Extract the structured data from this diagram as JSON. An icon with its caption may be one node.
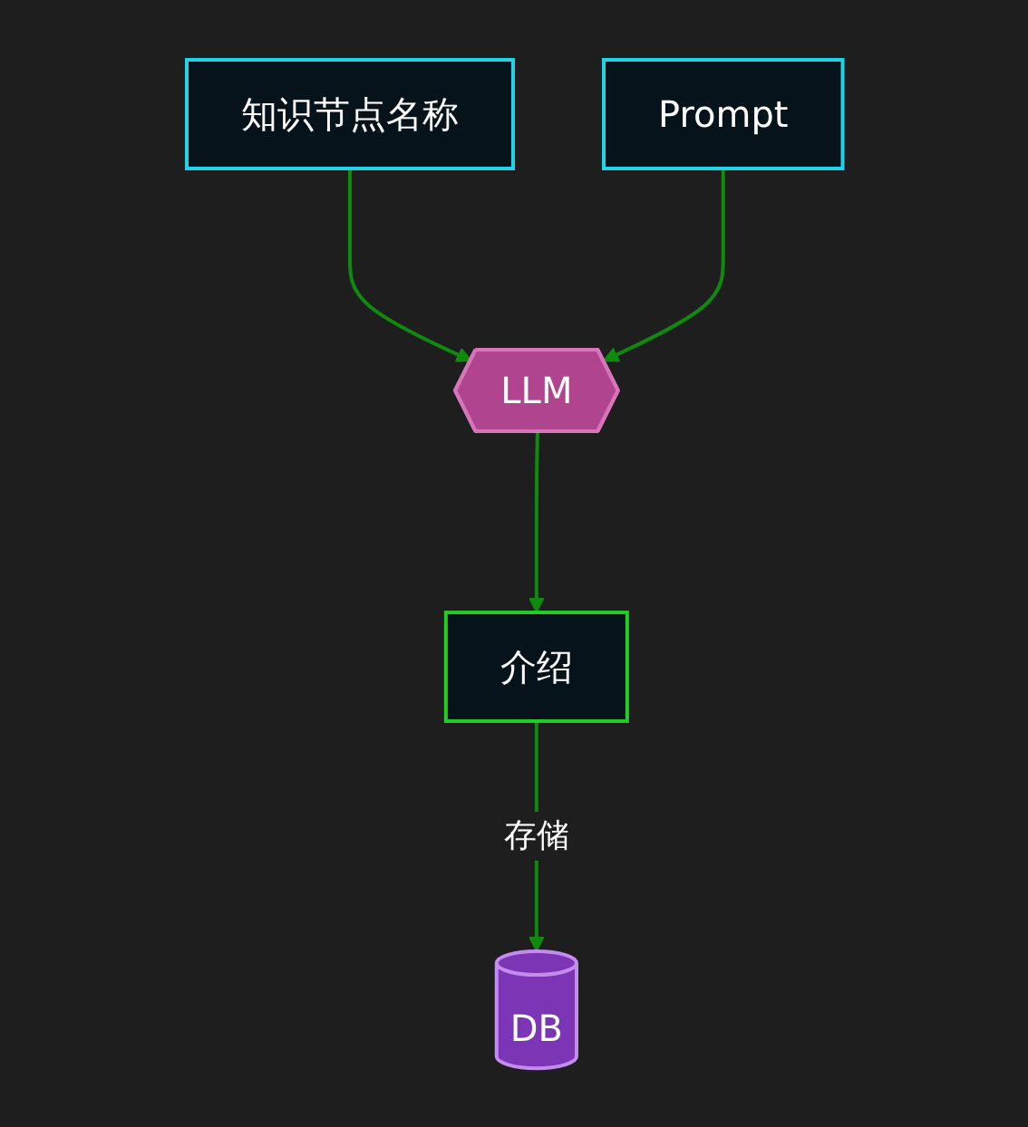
{
  "diagram": {
    "nodes": [
      {
        "text": [
          "知识节点名称"
        ]
      },
      {
        "text": [
          "Prompt"
        ]
      },
      {
        "text": [
          "LLM"
        ]
      },
      {
        "text": [
          "介绍"
        ]
      },
      {
        "text": [
          "DB"
        ]
      }
    ],
    "edges": [
      {
        "from": 0,
        "to": 2,
        "arrow": "to"
      },
      {
        "from": 1,
        "to": 2,
        "arrow": "to"
      },
      {
        "from": 2,
        "to": 3,
        "arrow": "to"
      },
      {
        "from": 3,
        "to": 4,
        "arrow": "to",
        "label": "存储"
      }
    ]
  }
}
